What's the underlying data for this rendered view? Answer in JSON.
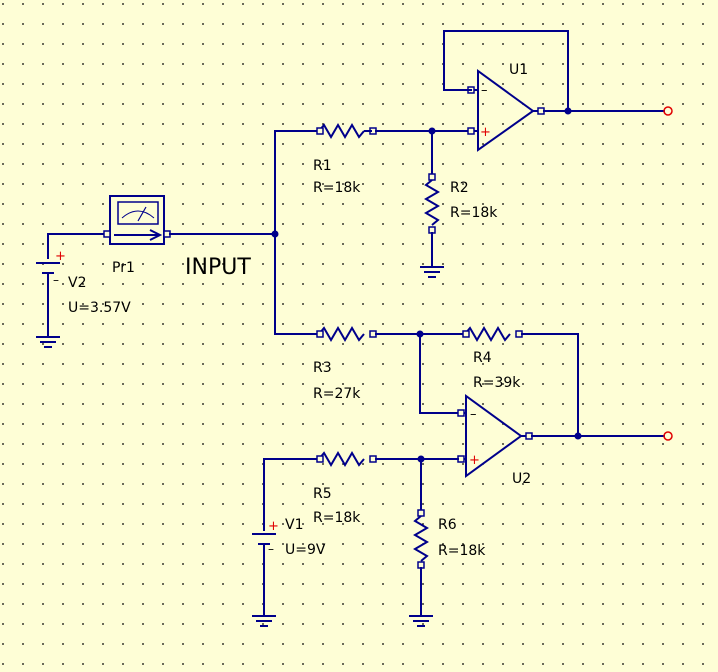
{
  "components": {
    "U1": {
      "name": "U1"
    },
    "U2": {
      "name": "U2"
    },
    "R1": {
      "name": "R1",
      "value": "R=18k"
    },
    "R2": {
      "name": "R2",
      "value": "R=18k"
    },
    "R3": {
      "name": "R3",
      "value": "R=27k"
    },
    "R4": {
      "name": "R4",
      "value": "R=39k"
    },
    "R5": {
      "name": "R5",
      "value": "R=18k"
    },
    "R6": {
      "name": "R6",
      "value": "R=18k"
    },
    "V1": {
      "name": "V1",
      "value": "U=9V"
    },
    "V2": {
      "name": "V2",
      "value": "U=3.57V"
    },
    "Pr1": {
      "name": "Pr1"
    }
  },
  "nets": {
    "input": "INPUT"
  },
  "colors": {
    "background": "#fefed6",
    "wire": "#00008b",
    "grid": "#000000",
    "pin_sign": "#e00000"
  }
}
